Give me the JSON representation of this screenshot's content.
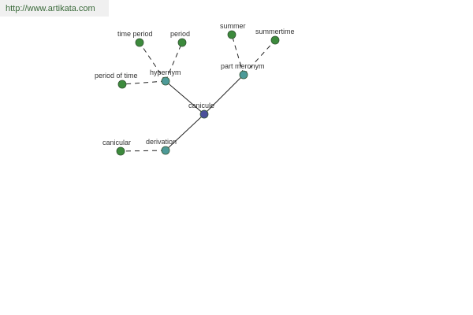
{
  "header": {
    "url": "http://www.artikata.com"
  },
  "colors": {
    "center_node": "#4a4f9a",
    "relation_node": "#4d9a98",
    "word_node": "#3c8a3c",
    "node_stroke": "#335533",
    "edge": "#222222",
    "header_bg": "#f0f0f0"
  },
  "graph": {
    "center": {
      "label": "canicule",
      "type": "center"
    },
    "relations": [
      {
        "label": "hypernym",
        "type": "relation"
      },
      {
        "label": "part meronym",
        "type": "relation"
      },
      {
        "label": "derivation",
        "type": "relation"
      }
    ],
    "words": [
      {
        "label": "time period",
        "relation": "hypernym",
        "type": "word"
      },
      {
        "label": "period",
        "relation": "hypernym",
        "type": "word"
      },
      {
        "label": "period of time",
        "relation": "hypernym",
        "type": "word"
      },
      {
        "label": "summer",
        "relation": "part meronym",
        "type": "word"
      },
      {
        "label": "summertime",
        "relation": "part meronym",
        "type": "word"
      },
      {
        "label": "canicular",
        "relation": "derivation",
        "type": "word"
      }
    ]
  }
}
